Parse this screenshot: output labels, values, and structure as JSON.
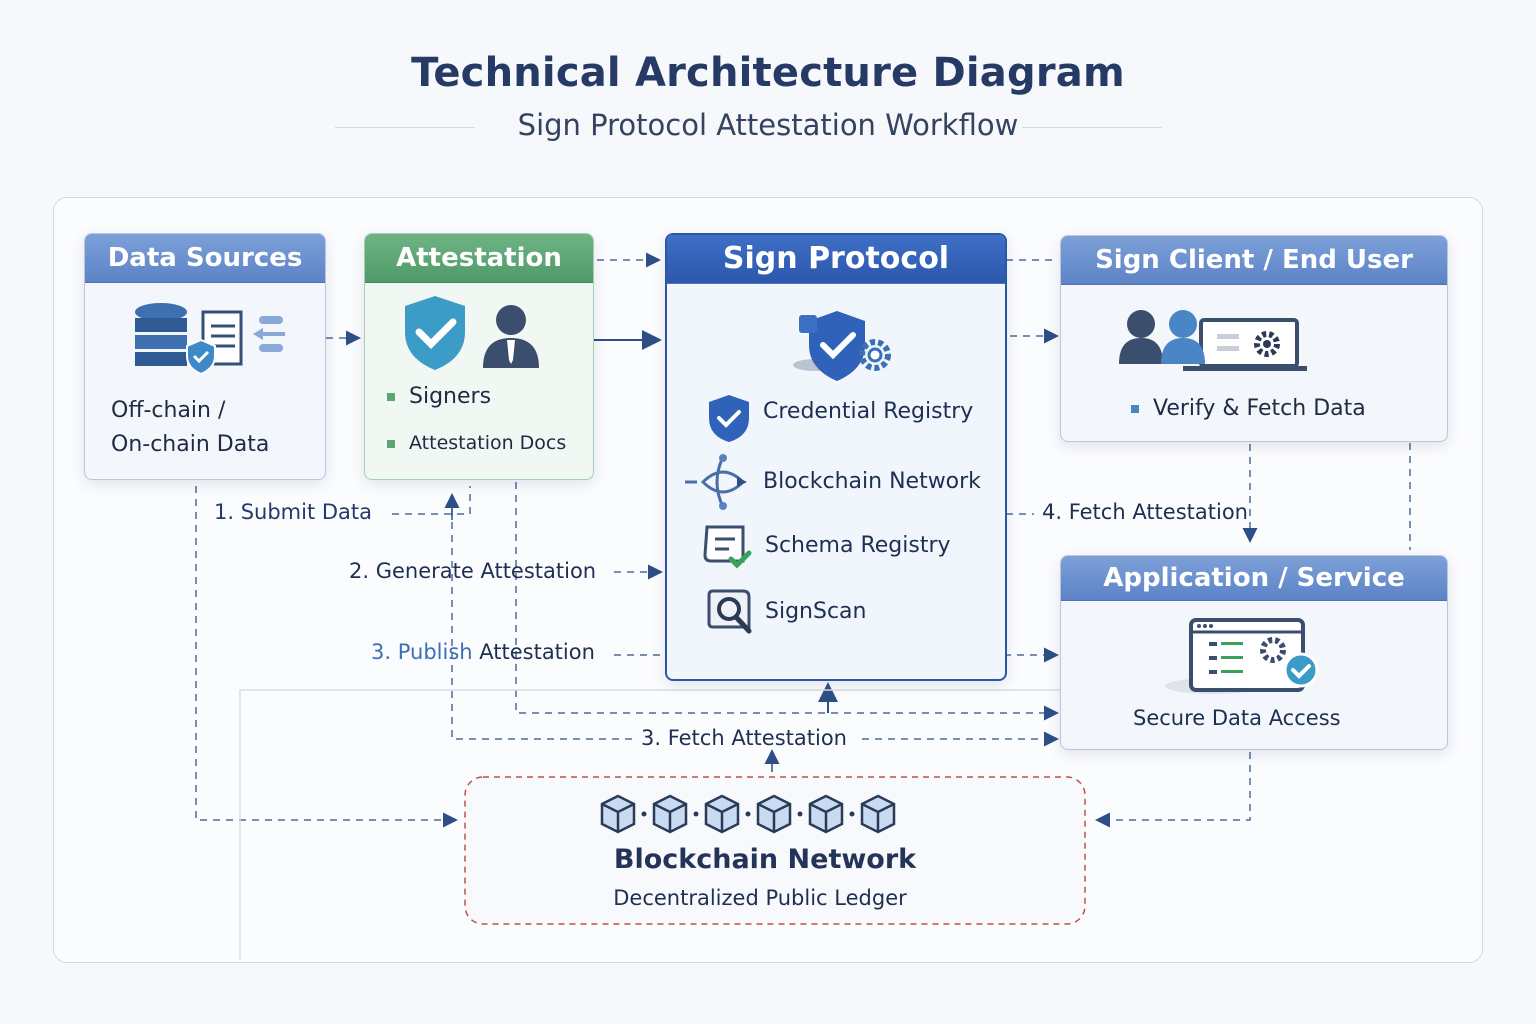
{
  "header": {
    "title": "Technical Architecture Diagram",
    "subtitle": "Sign Protocol Attestation Workflow"
  },
  "colors": {
    "title": "#263a66",
    "header_blue": "#5d83c7",
    "header_green": "#4f9a68",
    "header_main": "#2c57ad",
    "arrow": "#2d4f86",
    "ledger_border": "#c0504d"
  },
  "boxes": {
    "data_sources": {
      "title": "Data Sources",
      "icons": [
        "database-icon",
        "document-icon",
        "shield-check-icon",
        "connector-icon"
      ],
      "lines": [
        "Off-chain /",
        "On-chain Data"
      ]
    },
    "attestation": {
      "title": "Attestation",
      "icons": [
        "shield-check-icon",
        "user-icon"
      ],
      "items": [
        "Signers",
        "Attestation Docs"
      ]
    },
    "sign_protocol": {
      "title": "Sign Protocol",
      "icons": [
        "shield-check-gear-icon"
      ],
      "items": [
        {
          "icon": "shield-check-icon",
          "label": "Credential Registry"
        },
        {
          "icon": "network-node-icon",
          "label": "Blockchain Network"
        },
        {
          "icon": "schema-document-icon",
          "label": "Schema Registry"
        },
        {
          "icon": "magnifier-icon",
          "label": "SignScan"
        }
      ]
    },
    "sign_client": {
      "title": "Sign Client / End User",
      "icons": [
        "users-icon",
        "laptop-gear-icon"
      ],
      "items": [
        "Verify & Fetch Data"
      ]
    },
    "application": {
      "title": "Application / Service",
      "icons": [
        "browser-window-icon",
        "gear-icon",
        "check-badge-icon"
      ],
      "caption": "Secure Data Access"
    },
    "blockchain": {
      "title": "Blockchain Network",
      "subtitle": "Decentralized Public Ledger",
      "block_count": 6
    }
  },
  "flows": {
    "submit": "1. Submit Data",
    "generate": "2. Generate Attestation",
    "publish_num": "3. Publish",
    "publish_rest": " Attestation",
    "fetch3": "3. Fetch Attestation",
    "fetch4": "4. Fetch Attestation"
  }
}
